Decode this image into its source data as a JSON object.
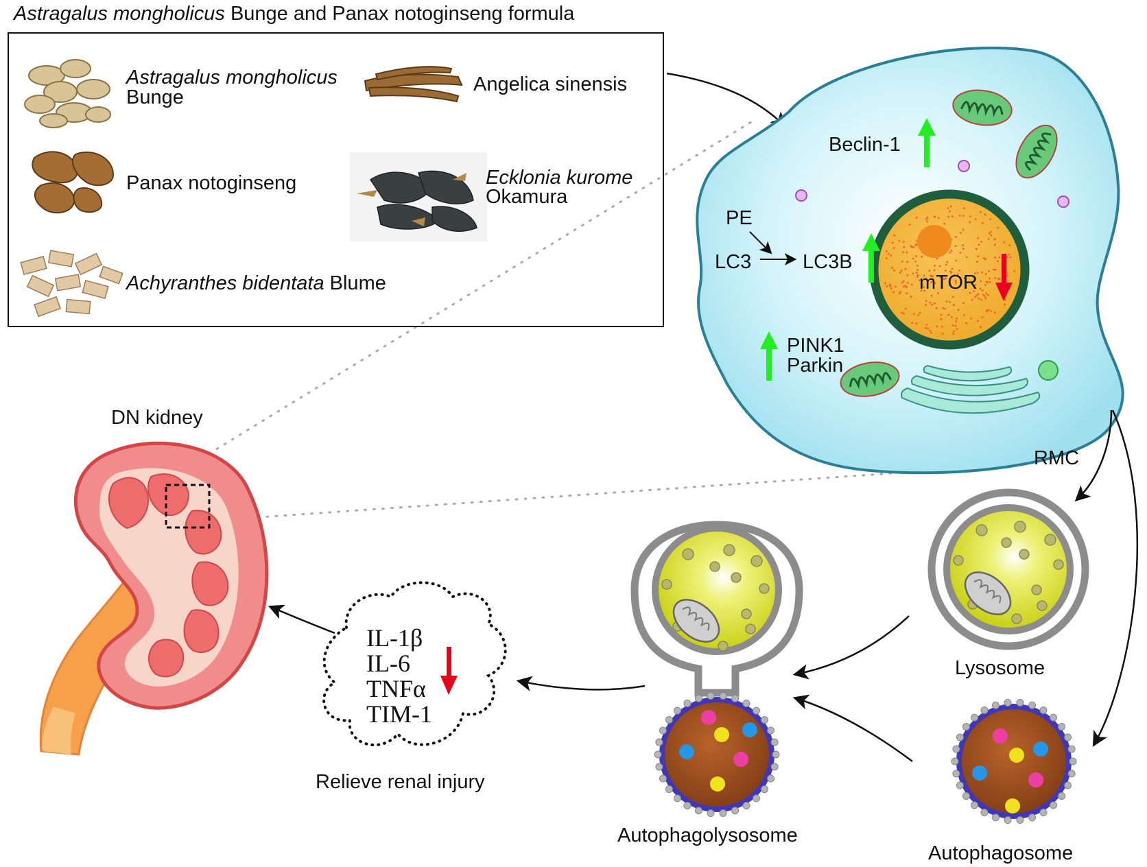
{
  "title": {
    "italic": "Astragalus mongholicus",
    "rest": " Bunge and Panax notoginseng formula"
  },
  "herbs": [
    {
      "italic": "Astragalus mongholicus",
      "rest": "Bunge",
      "icon": "astragalus-slices-photo"
    },
    {
      "italic": "",
      "rest": "Angelica sinensis",
      "icon": "angelica-root-photo"
    },
    {
      "italic": "",
      "rest": "Panax notoginseng",
      "icon": "notoginseng-root-photo"
    },
    {
      "italic": "Ecklonia kurome",
      "rest": "Okamura",
      "icon": "kelp-photo"
    },
    {
      "italic": "Achyranthes bidentata",
      "rest": " Blume",
      "icon": "achyranthes-pieces-photo"
    }
  ],
  "cell": {
    "beclin": "Beclin-1",
    "pe": "PE",
    "lc3": "LC3",
    "lc3b": "LC3B",
    "mtor": "mTOR",
    "pink1": "PINK1",
    "parkin": "Parkin",
    "cell_label": "RMC"
  },
  "organelles": {
    "lysosome": "Lysosome",
    "autophagosome": "Autophagosome",
    "autophagolysosome": "Autophagolysosome"
  },
  "cytokines": [
    "IL-1β",
    "IL-6",
    "TNFα",
    "TIM-1"
  ],
  "outcome": "Relieve renal injury",
  "kidney_label": "DN kidney",
  "colors": {
    "up_arrow": "#22ee22",
    "down_arrow": "#e8001c",
    "cell_fill": "#aeeaf5",
    "cell_border": "#2a7f96",
    "nucleus": "#f2b640",
    "nuclear_envelope": "#1f5e3c",
    "lysosome_fill": "#d7e018",
    "autophagosome_fill": "#9a4b1e"
  }
}
